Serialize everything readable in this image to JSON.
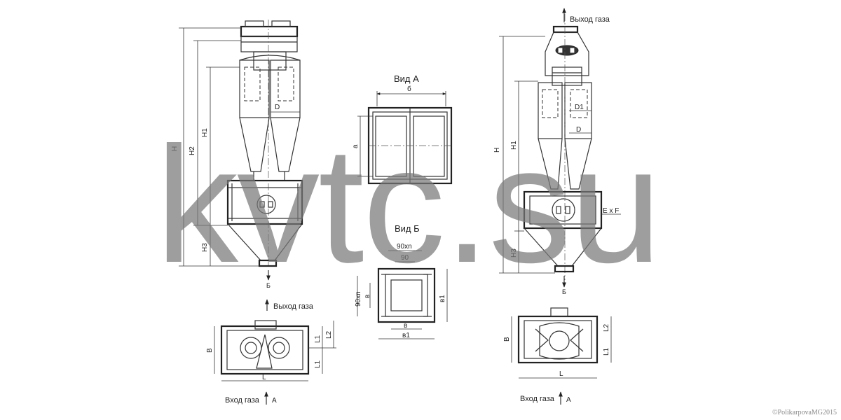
{
  "labels": {
    "gas_out": "Выход газа",
    "gas_in": "Вход газа",
    "view_a": "Вид А",
    "view_b": "Вид Б",
    "A": "А",
    "B_cyr": "Б",
    "H": "H",
    "H1": "H1",
    "H2": "H2",
    "H3": "H3",
    "D": "D",
    "D1": "D1",
    "a": "а",
    "b": "б",
    "v": "в",
    "v1": "в1",
    "B": "B",
    "L": "L",
    "L1": "L1",
    "L2": "L2",
    "ExF": "E x F",
    "n90": "90xn",
    "d90": "90"
  },
  "watermark": "kvtc.su",
  "copyright": "©PolikarpovaMG2015"
}
